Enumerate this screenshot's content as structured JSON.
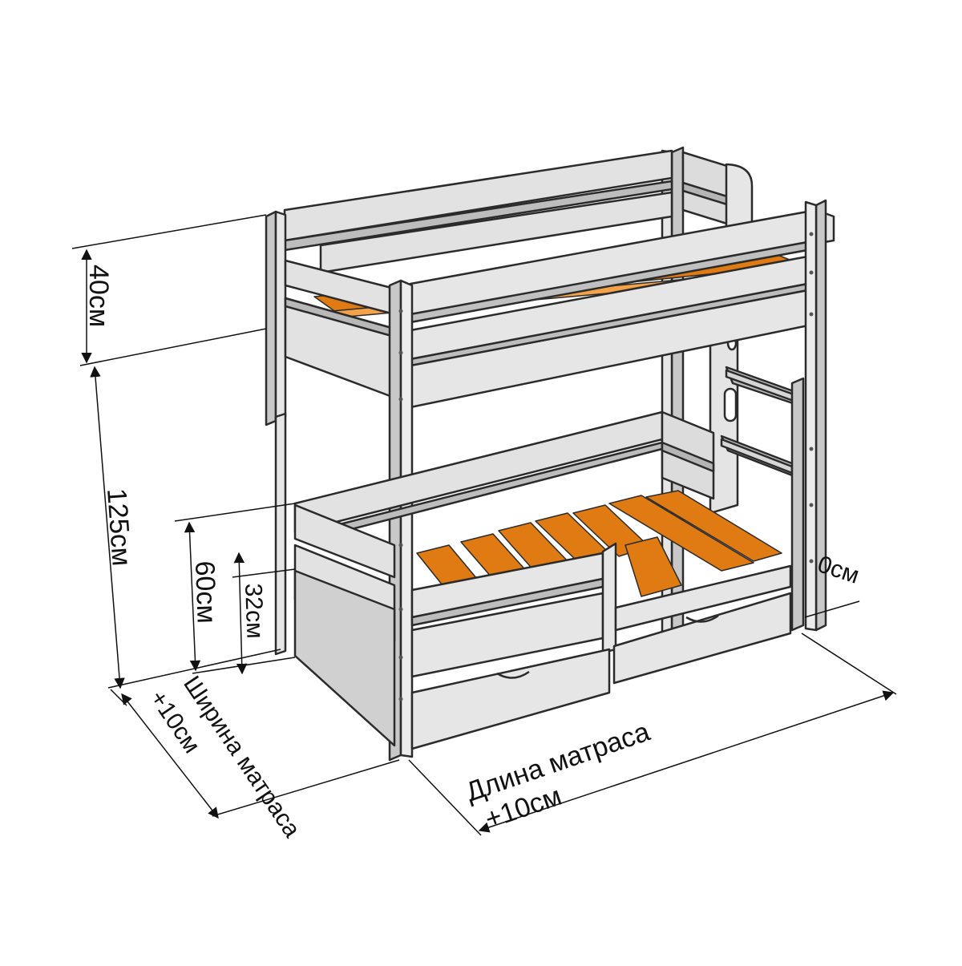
{
  "dimensions": {
    "top_rail_height": "40см",
    "total_height": "125см",
    "lower_rail_height": "60см",
    "drawer_level": "32см",
    "width": {
      "line1": "Ширина матраса",
      "line2": "+10см"
    },
    "length": {
      "line1": "Длина матраса",
      "line2": "+10см"
    },
    "partial_right": "0см"
  },
  "colors": {
    "frame_light": "#dcdcdc",
    "frame_shadow": "#b9b9b9",
    "outline": "#2b2b2b",
    "slat": "#e07a12",
    "dimension_line": "#111111"
  }
}
